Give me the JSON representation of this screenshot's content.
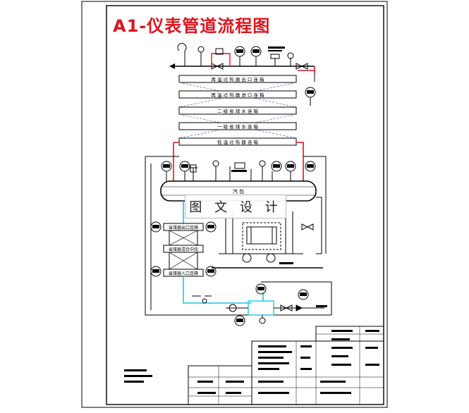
{
  "title": "A1-仪表管道流程图",
  "watermark": "图 文 设 计",
  "drum_label": "汽 包",
  "banks": [
    "再 温 过 热 器 出 口 连 箱",
    "再 温 过 热 器 进 口 连 箱",
    "二 级 省 煤 水 连 箱",
    "一 级 省 煤 水 连 箱",
    "低 温 过 热 器 连 箱"
  ],
  "economizer_headers": [
    "省煤器出口连箱",
    "省煤器混合中段",
    "省煤器入口连箱"
  ],
  "colors": {
    "steam_line": "#e0141e",
    "water_line": "#19c8e6",
    "drawing": "#000000"
  }
}
